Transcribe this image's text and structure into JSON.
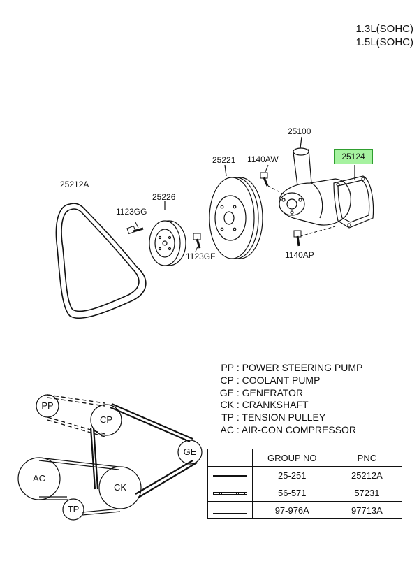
{
  "engine_labels": [
    "1.3L(SOHC)",
    "1.5L(SOHC)"
  ],
  "part_labels": {
    "belt": "25212A",
    "bolt_gg": "1123GG",
    "pulley_small": "25226",
    "bolt_gf": "1123GF",
    "pulley_large": "25221",
    "bolt_aw": "1140AW",
    "pump": "25100",
    "gasket": "25124",
    "bolt_ap": "1140AP"
  },
  "legend": [
    {
      "code": "PP",
      "desc": "POWER STEERING PUMP"
    },
    {
      "code": "CP",
      "desc": "COOLANT PUMP"
    },
    {
      "code": "GE",
      "desc": "GENERATOR"
    },
    {
      "code": "CK",
      "desc": "CRANKSHAFT"
    },
    {
      "code": "TP",
      "desc": "TENSION PULLEY"
    },
    {
      "code": "AC",
      "desc": "AIR-CON COMPRESSOR"
    }
  ],
  "routing_nodes": {
    "pp": "PP",
    "cp": "CP",
    "ge": "GE",
    "ac": "AC",
    "ck": "CK",
    "tp": "TP"
  },
  "reference_table": {
    "headers": [
      "",
      "GROUP NO",
      "PNC"
    ],
    "rows": [
      {
        "line": "solid",
        "group": "25-251",
        "pnc": "25212A"
      },
      {
        "line": "dashed",
        "group": "56-571",
        "pnc": "57231"
      },
      {
        "line": "double",
        "group": "97-976A",
        "pnc": "97713A"
      }
    ]
  },
  "colors": {
    "highlight_fill": "#a6f2a0",
    "highlight_border": "#2f9e2f"
  }
}
